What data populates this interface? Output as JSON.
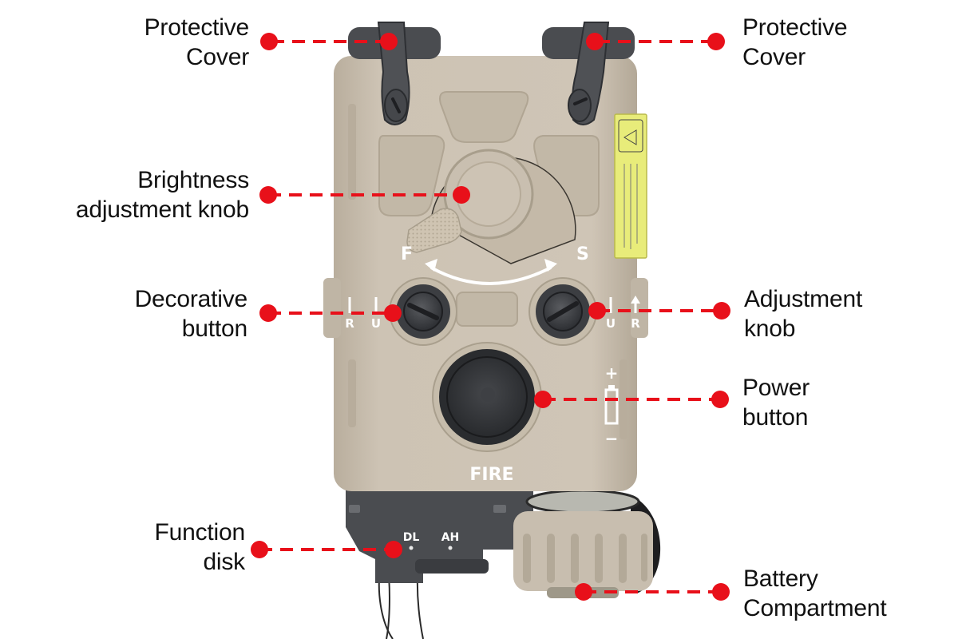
{
  "diagram": {
    "subject": "tactical laser/illuminator device",
    "callout_color": "#e8101a",
    "device_color": "#c9bfb0",
    "dark_part_color": "#4a4c50"
  },
  "device_markings": {
    "fire_label": "FIRE",
    "fast_label": "F",
    "slow_label": "S",
    "left_u": "U",
    "left_r": "R",
    "right_u": "U",
    "right_r": "R",
    "battery_plus": "+",
    "battery_minus": "−",
    "mode_dl": "DL",
    "mode_ah": "AH"
  },
  "callouts": [
    {
      "id": "protective-cover-left",
      "side": "left",
      "lines": [
        "Protective",
        "Cover"
      ]
    },
    {
      "id": "protective-cover-right",
      "side": "right",
      "lines": [
        "Protective",
        "Cover"
      ]
    },
    {
      "id": "brightness-adjustment-knob",
      "side": "left",
      "lines": [
        "Brightness",
        "adjustment knob"
      ]
    },
    {
      "id": "decorative-button",
      "side": "left",
      "lines": [
        "Decorative",
        "button"
      ]
    },
    {
      "id": "adjustment-knob",
      "side": "right",
      "lines": [
        "Adjustment",
        "knob"
      ]
    },
    {
      "id": "power-button",
      "side": "right",
      "lines": [
        "Power",
        "button"
      ]
    },
    {
      "id": "function-disk",
      "side": "left",
      "lines": [
        "Function",
        "disk"
      ]
    },
    {
      "id": "battery-compartment",
      "side": "right",
      "lines": [
        "Battery",
        "Compartment"
      ]
    }
  ]
}
